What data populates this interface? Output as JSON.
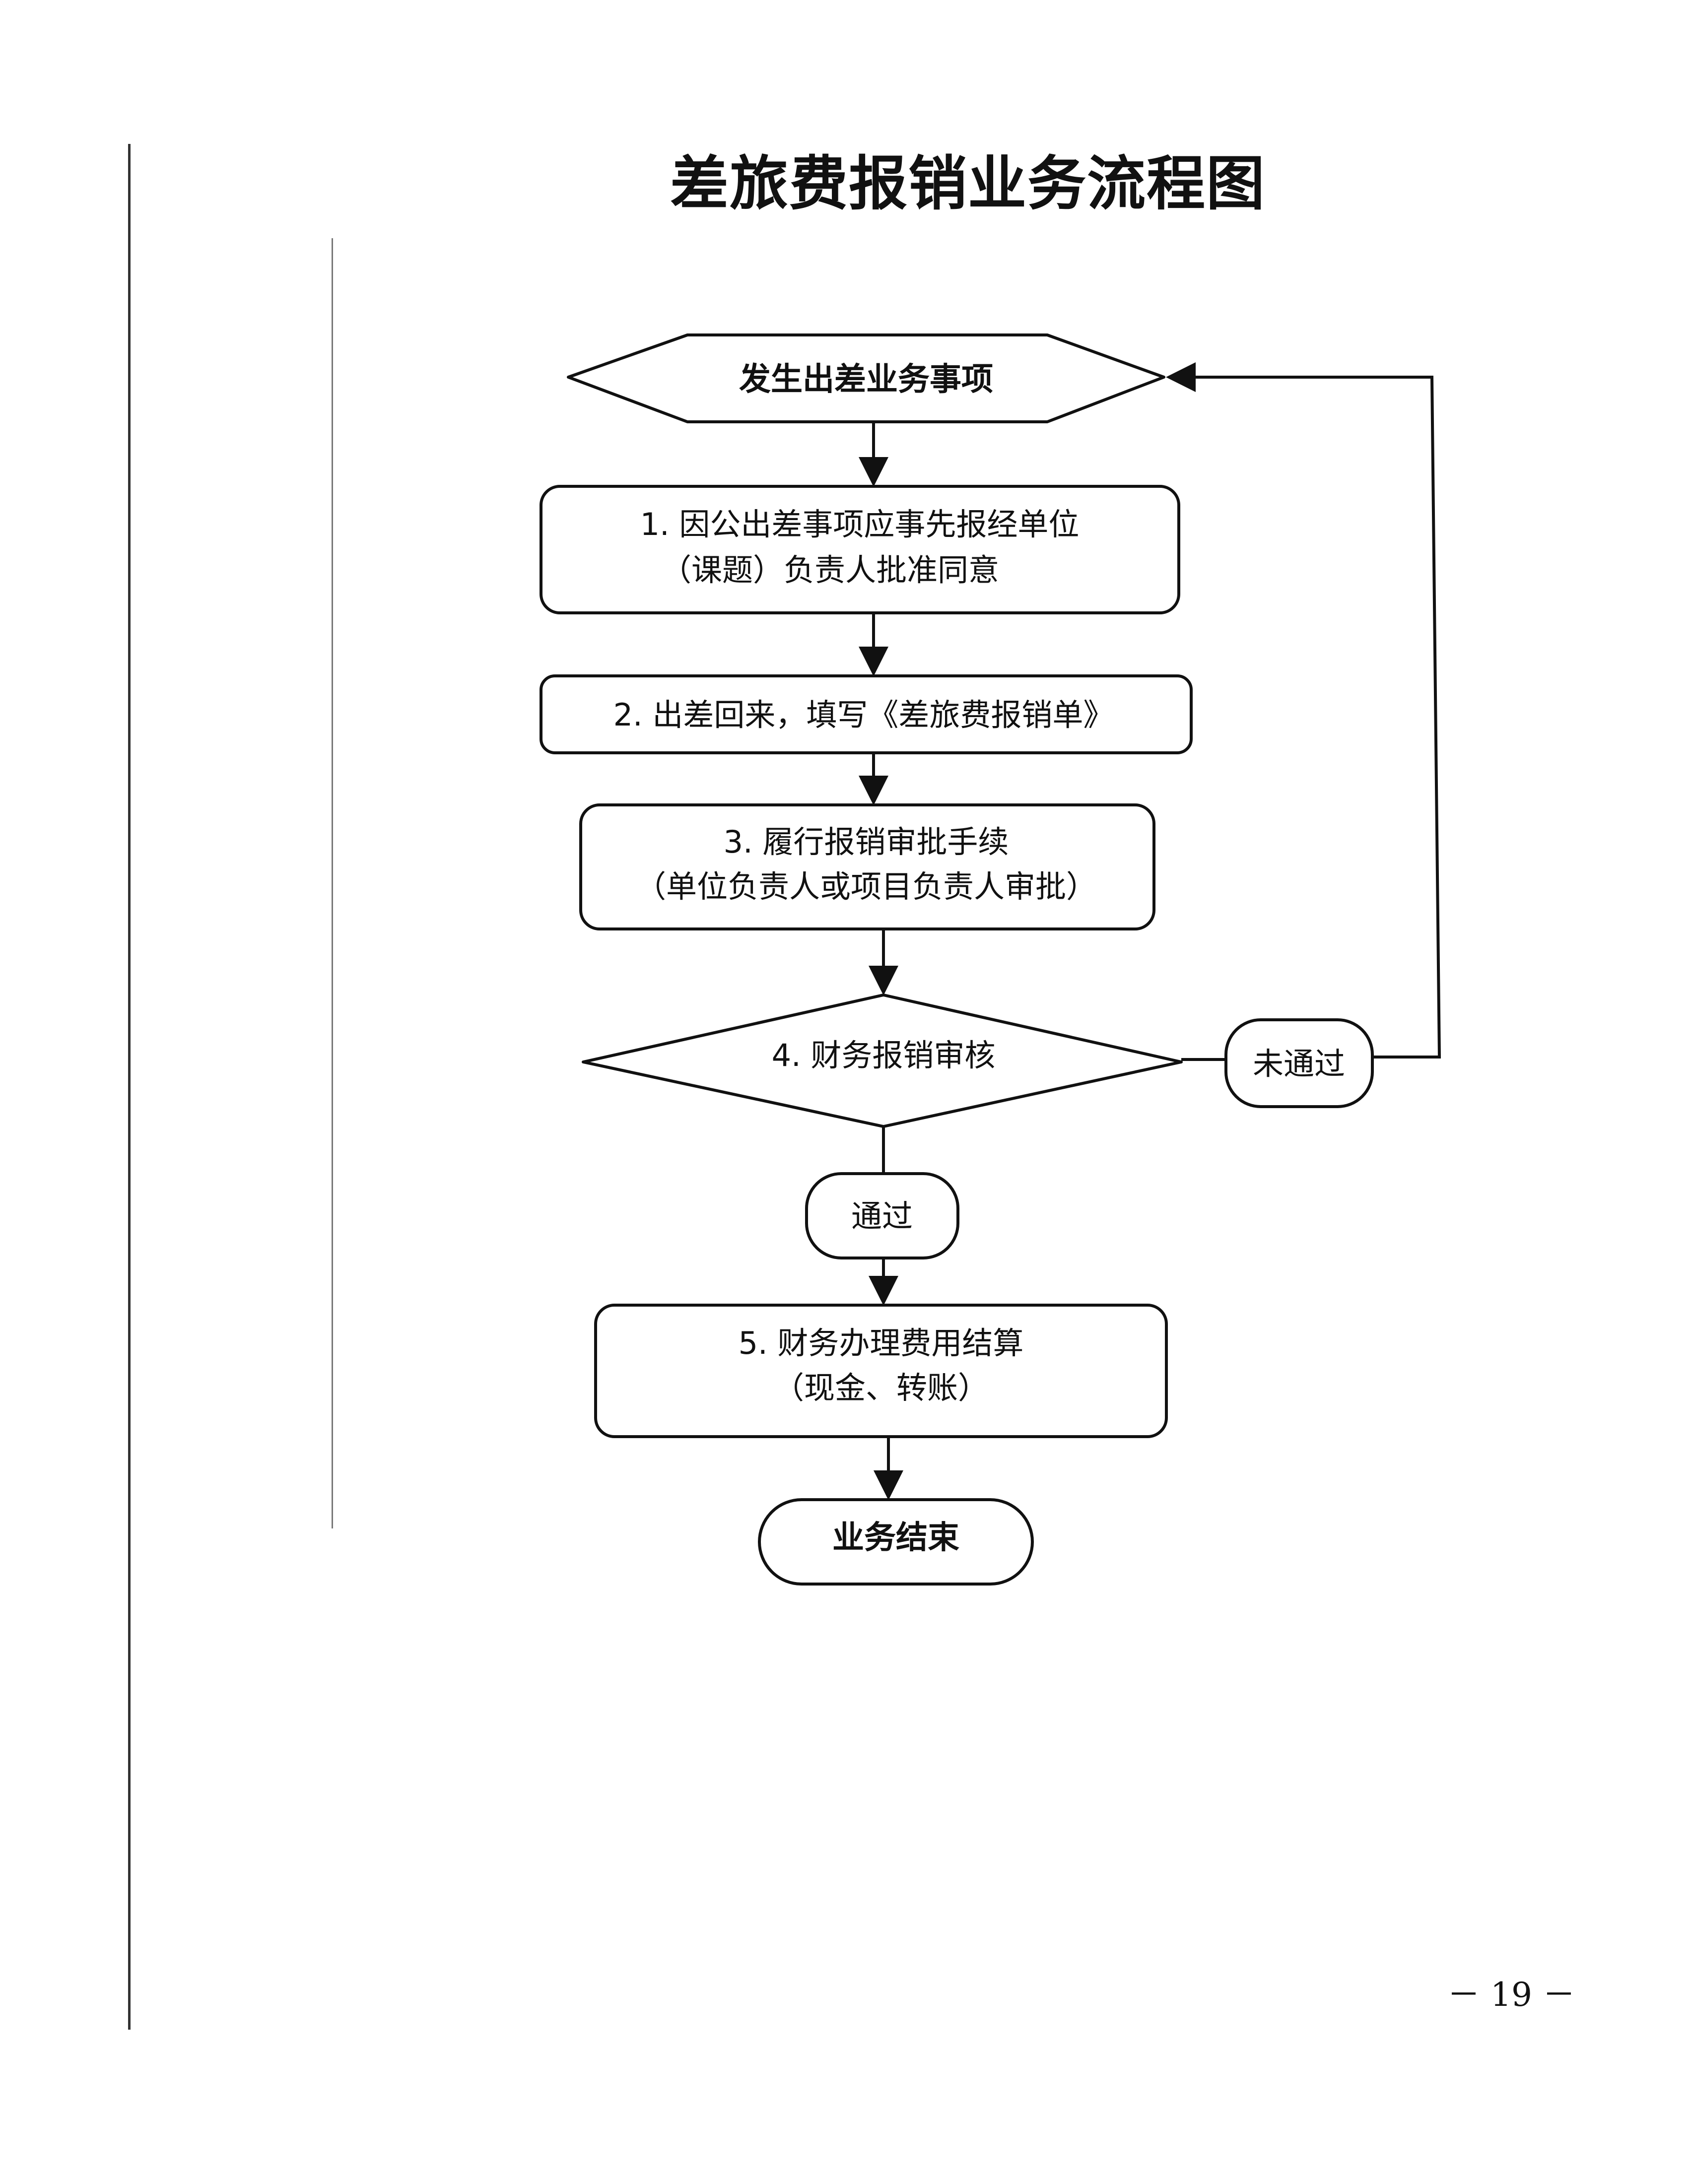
{
  "document": {
    "title": "差旅费报销业务流程图",
    "page_number": "－ 19 －"
  },
  "flowchart": {
    "start": {
      "label": "发生出差业务事项"
    },
    "steps": [
      {
        "line1": "1. 因公出差事项应事先报经单位",
        "line2": "（课题）负责人批准同意"
      },
      {
        "line1": "2. 出差回来，填写《差旅费报销单》"
      },
      {
        "line1": "3. 履行报销审批手续",
        "line2": "（单位负责人或项目负责人审批）"
      }
    ],
    "decision": {
      "label": "4. 财务报销审核"
    },
    "pass": {
      "label": "通过"
    },
    "fail": {
      "label": "未通过"
    },
    "settlement": {
      "line1": "5. 财务办理费用结算",
      "line2": "（现金、转账）"
    },
    "end": {
      "label": "业务结束"
    }
  }
}
